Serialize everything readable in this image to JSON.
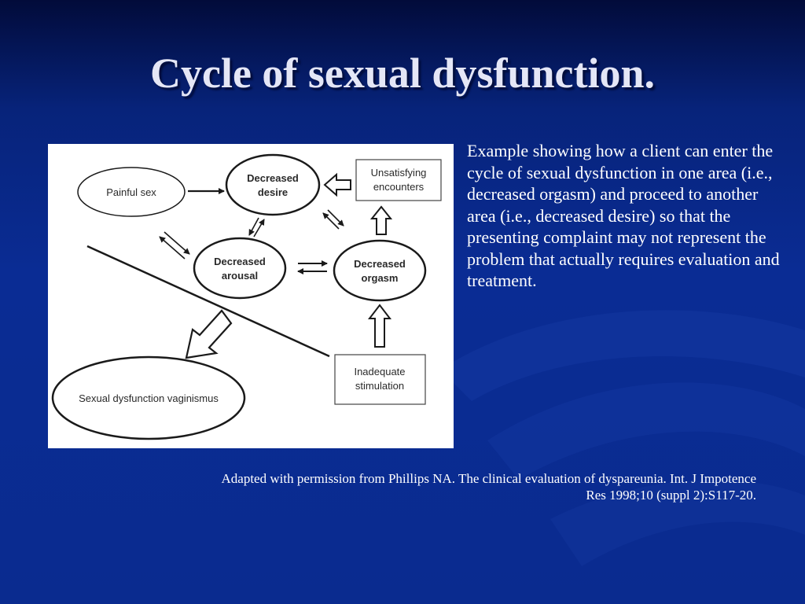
{
  "slide": {
    "title": "Cycle of  sexual dysfunction.",
    "description": "Example showing how a client can enter the cycle of  sexual dysfunction in one area (i.e., decreased orgasm) and proceed to another area (i.e., decreased desire) so that the presenting complaint may not represent the problem that actually requires evaluation and treatment.",
    "citation_line1": "Adapted with permission from Phillips NA. The clinical evaluation of dyspareunia. Int. J Impotence",
    "citation_line2": "Res 1998;10 (suppl 2):S117-20."
  },
  "diagram": {
    "nodes": {
      "painful_sex": "Painful sex",
      "decreased_desire": [
        "Decreased",
        "desire"
      ],
      "unsatisfying_encounters": [
        "Unsatisfying",
        "encounters"
      ],
      "decreased_arousal": [
        "Decreased",
        "arousal"
      ],
      "decreased_orgasm": [
        "Decreased",
        "orgasm"
      ],
      "inadequate_stimulation": [
        "Inadequate",
        "stimulation"
      ],
      "vaginismus": "Sexual dysfunction vaginismus"
    }
  }
}
